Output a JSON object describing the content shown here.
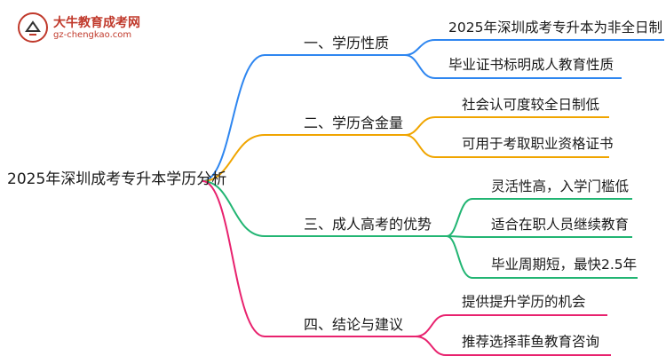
{
  "logo": {
    "name": "大牛教育成考网",
    "url": "gz-chengkao.com"
  },
  "root": {
    "label": "2025年深圳成考专升本学历分析"
  },
  "branches": [
    {
      "label": "一、学历性质",
      "color": "#2e86f0",
      "leaves": [
        "2025年深圳成考专升本为非全日制",
        "毕业证书标明成人教育性质"
      ]
    },
    {
      "label": "二、学历含金量",
      "color": "#f0a500",
      "leaves": [
        "社会认可度较全日制低",
        "可用于考取职业资格证书"
      ]
    },
    {
      "label": "三、成人高考的优势",
      "color": "#22b573",
      "leaves": [
        "灵活性高，入学门槛低",
        "适合在职人员继续教育",
        "毕业周期短，最快2.5年"
      ]
    },
    {
      "label": "四、结论与建议",
      "color": "#e8226e",
      "leaves": [
        "提供提升学历的机会",
        "推荐选择菲鱼教育咨询"
      ]
    }
  ]
}
